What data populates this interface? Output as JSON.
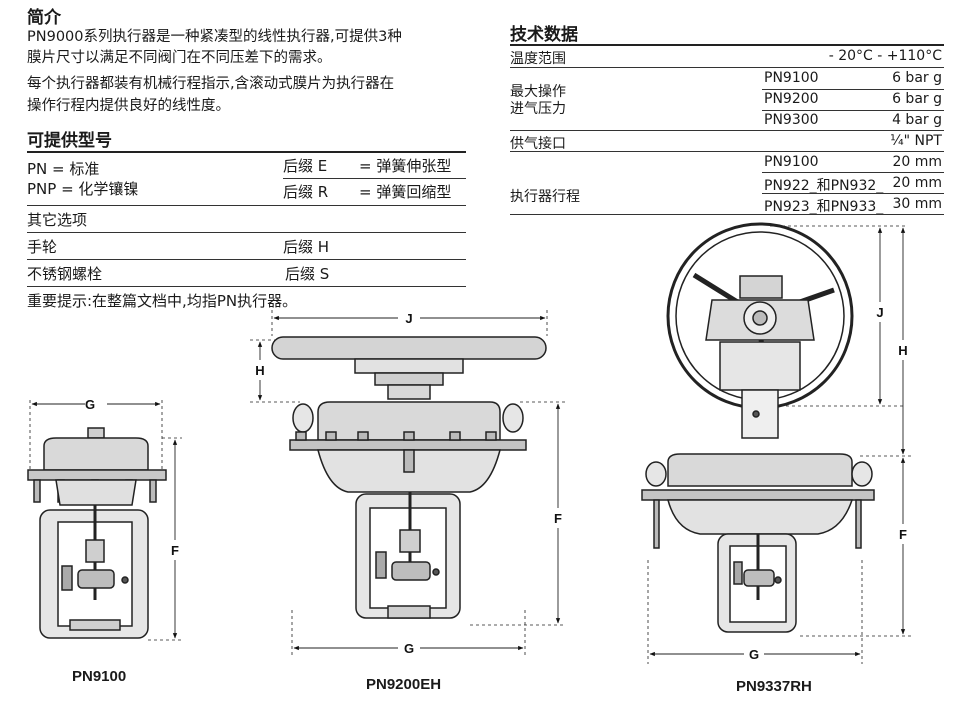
{
  "intro": {
    "heading": "简介",
    "lines": [
      "PN9000系列执行器是一种紧凑型的线性执行器,可提供3种",
      "膜片尺寸以满足不同阀门在不同压差下的需求。",
      "每个执行器都装有机械行程指示,含滚动式膜片为执行器在",
      "操作行程内提供良好的线性度。"
    ]
  },
  "models": {
    "heading": "可提供型号",
    "rows": [
      {
        "left": "PN  =  标准",
        "suffix": "后缀 E",
        "desc": "=  弹簧伸张型"
      },
      {
        "left": "PNP =  化学镶镍",
        "suffix": "后缀 R",
        "desc": "=  弹簧回缩型"
      }
    ],
    "options_title": "其它选项",
    "options": [
      {
        "name": "手轮",
        "suffix": "后缀 H"
      },
      {
        "name": "不锈钢螺栓",
        "suffix": "后缀 S"
      }
    ],
    "note": "重要提示:在整篇文档中,均指PN执行器。"
  },
  "tech": {
    "heading": "技术数据",
    "temp_label": "温度范围",
    "temp_value": "- 20°C - +110°C",
    "pressure_label_1": "最大操作",
    "pressure_label_2": "进气压力",
    "pressure_rows": [
      {
        "model": "PN9100",
        "value": "6 bar g"
      },
      {
        "model": "PN9200",
        "value": "6 bar g"
      },
      {
        "model": "PN9300",
        "value": "4 bar g"
      }
    ],
    "port_label": "供气接口",
    "port_value": "¼\" NPT",
    "stroke_label": "执行器行程",
    "stroke_rows": [
      {
        "model": "PN9100",
        "value": "20 mm"
      },
      {
        "model": "PN922_和PN932_",
        "value": "20 mm"
      },
      {
        "model": "PN923_和PN933_",
        "value": "30 mm"
      }
    ]
  },
  "figures": {
    "fig1": {
      "caption": "PN9100",
      "g": "G",
      "f": "F"
    },
    "fig2": {
      "caption": "PN9200EH",
      "j": "J",
      "h": "H",
      "f": "F",
      "g": "G"
    },
    "fig3": {
      "caption": "PN9337RH",
      "j": "J",
      "h": "H",
      "f": "F",
      "g": "G"
    }
  }
}
